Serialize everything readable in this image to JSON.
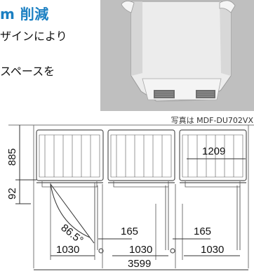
{
  "feature": {
    "headline": "m 削減",
    "body_line_1": "ザインにより",
    "body_line_2": "スペースを"
  },
  "photo": {
    "caption": "写真は MDF-DU702VX"
  },
  "drawing": {
    "dim_885": "885",
    "dim_92": "92",
    "dim_angle": "86.5°",
    "dim_1209": "1209",
    "dim_165_a": "165",
    "dim_165_b": "165",
    "dim_1030_a": "1030",
    "dim_1030_b": "1030",
    "dim_1030_c": "1030",
    "dim_3599": "3599"
  }
}
